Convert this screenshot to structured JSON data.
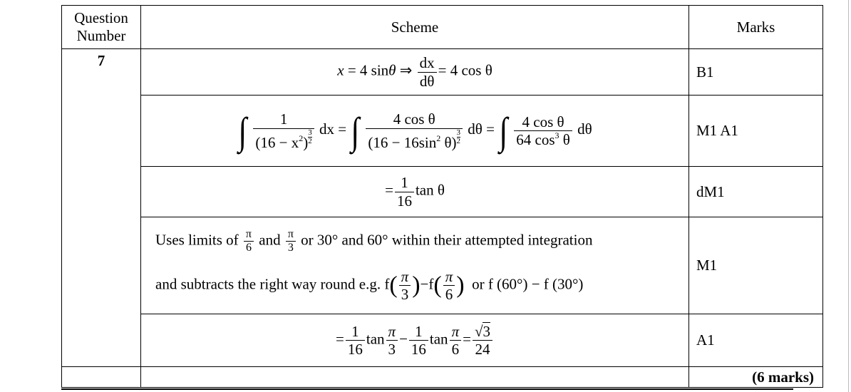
{
  "header": {
    "question_number": "Question Number",
    "scheme": "Scheme",
    "marks": "Marks"
  },
  "question": "7",
  "rows": [
    {
      "marks": "B1",
      "m": {
        "x": "x",
        "eq": " = ",
        "a": "4 sin",
        "theta": "θ",
        "arrow": " ⇒ ",
        "num": "dx",
        "den": "dθ",
        "rhs": "= 4 cos θ"
      }
    },
    {
      "marks": "M1 A1",
      "m": {
        "int": "∫",
        "n1": "1",
        "d1a": "(16 − x",
        "sq": "2",
        "d1b": ")",
        "e_n": "3",
        "e_d": "2",
        "dx": "dx =",
        "n2": "4 cos θ",
        "d2a": "(16 − 16sin",
        "d2b": " θ)",
        "dth": "dθ =",
        "n3": "4 cos θ",
        "d3a": "64 cos",
        "cube": "3",
        "d3b": " θ",
        "dth2": "dθ"
      }
    },
    {
      "marks": "dM1",
      "m": {
        "eq": "=",
        "num": "1",
        "den": "16",
        "rest": "tan θ"
      }
    },
    {
      "marks": "M1",
      "line1": {
        "a": "Uses limits of",
        "pi": "π",
        "six": "6",
        "and": "and",
        "three": "3",
        "b": "or 30° and 60° within their attempted integration"
      },
      "line2": {
        "a": "and subtracts the right way round e.g.",
        "f": "f",
        "minus": "−f",
        "or": "or",
        "b": "f (60°) − f (30°)"
      }
    },
    {
      "marks": "A1",
      "m": {
        "eq": "=",
        "one": "1",
        "sixteen": "16",
        "tan": "tan",
        "pi": "π",
        "three": "3",
        "minus": "−",
        "six": "6",
        "eq2": "=",
        "root": "√",
        "rootnum": "3",
        "den": "24"
      }
    }
  ],
  "total": "(6 marks)"
}
